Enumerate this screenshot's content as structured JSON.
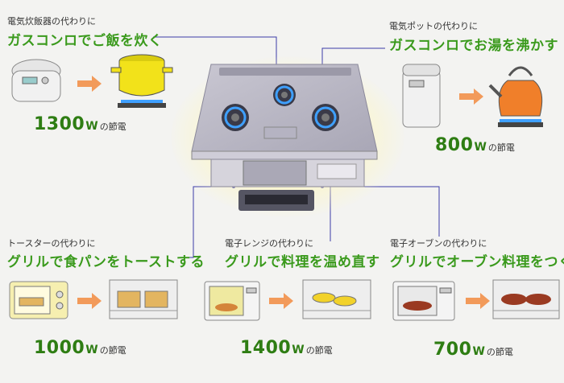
{
  "sections": {
    "rice": {
      "caption": "電気炊飯器の代わりに",
      "headline": "ガスコンロでご飯を炊く",
      "watts": "1300",
      "unit": "W",
      "suffix": "の節電"
    },
    "pot": {
      "caption": "電気ポットの代わりに",
      "headline": "ガスコンロでお湯を沸かす",
      "watts": "800",
      "unit": "W",
      "suffix": "の節電"
    },
    "toaster": {
      "caption": "トースターの代わりに",
      "headline": "グリルで食パンをトーストする",
      "watts": "1000",
      "unit": "W",
      "suffix": "の節電"
    },
    "microwave": {
      "caption": "電子レンジの代わりに",
      "headline": "グリルで料理を温め直す",
      "watts": "1400",
      "unit": "W",
      "suffix": "の節電"
    },
    "oven": {
      "caption": "電子オーブンの代わりに",
      "headline": "グリルでオーブン料理をつくる",
      "watts": "700",
      "unit": "W",
      "suffix": "の節電"
    }
  },
  "colors": {
    "accent": "#3a9a1c",
    "watts": "#2e7d13",
    "arrow": "#f29a5a",
    "pot_yellow": "#f2e21a",
    "kettle_orange": "#f07f2a",
    "line": "#4a4ab0"
  }
}
